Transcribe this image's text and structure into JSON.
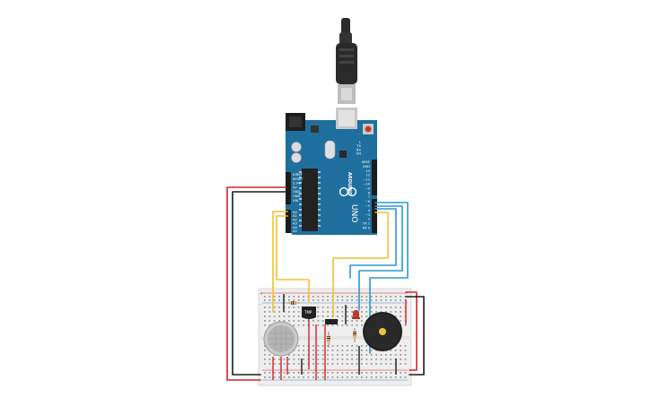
{
  "board": {
    "brand": "ARDUINO",
    "model": "UNO",
    "power_header_labels": [
      "IOREF",
      "RESET",
      "3.3V",
      "5V",
      "GND",
      "GND",
      "VIN"
    ],
    "analog_header_labels": [
      "A0",
      "A1",
      "A2",
      "A3",
      "A4",
      "A5"
    ],
    "digital_header_labels": [
      "AREF",
      "GND",
      "13",
      "12",
      "~11",
      "~10",
      "~9",
      "8",
      "7",
      "~6",
      "~5",
      "4",
      "~3",
      "2",
      "TX 1",
      "RX 0"
    ],
    "status_labels": [
      "L",
      "TX",
      "RX",
      "ON"
    ]
  },
  "parts": {
    "temp_sensor_label": "TMP",
    "transistor_label": "",
    "sensor_label": ""
  },
  "breadboard": {
    "rail_plus": "+",
    "rail_minus": "-"
  },
  "colors": {
    "board": "#1f6f9e",
    "wire_red": "#d2232a",
    "wire_black": "#1a1a1a",
    "wire_yellow": "#f1c232",
    "wire_blue": "#2b98c9",
    "breadboard": "#eeeeee",
    "led": "#c0392b"
  }
}
